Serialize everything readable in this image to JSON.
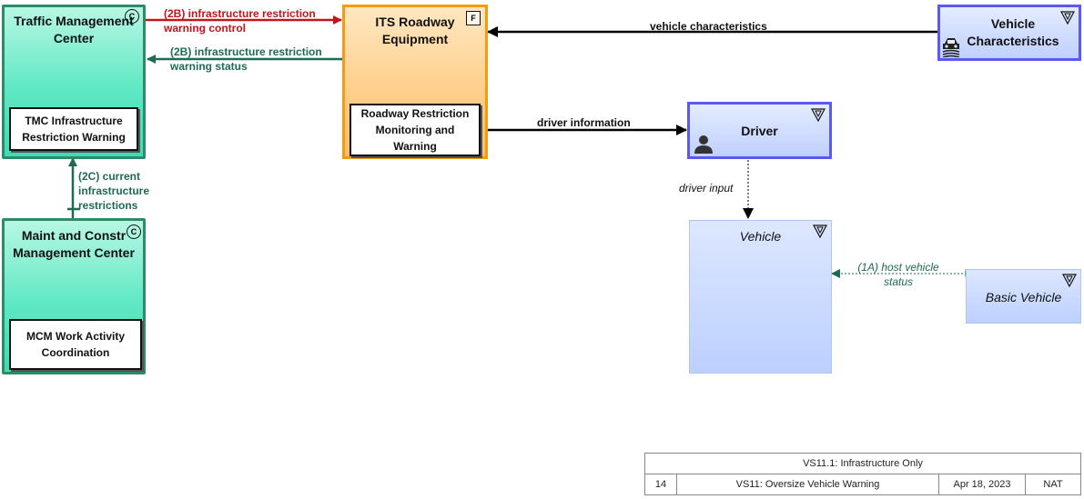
{
  "nodes": {
    "tmc": {
      "title": "Traffic Management Center",
      "badge": "C",
      "sub": "TMC Infrastructure Restriction Warning"
    },
    "mcm": {
      "title": "Maint and Constr Management Center",
      "badge": "C",
      "sub": "MCM Work Activity Coordination"
    },
    "its": {
      "title": "ITS Roadway Equipment",
      "badge": "F",
      "sub": "Roadway Restriction Monitoring and Warning"
    },
    "vehchar": {
      "title": "Vehicle Characteristics"
    },
    "driver": {
      "title": "Driver"
    },
    "vehicle": {
      "title": "Vehicle"
    },
    "basic": {
      "title": "Basic Vehicle"
    }
  },
  "flows": {
    "f2b_control": "(2B) infrastructure restriction warning control",
    "f2b_status": "(2B) infrastructure restriction warning status",
    "f2c": "(2C) current infrastructure restrictions",
    "vehchar": "vehicle characteristics",
    "driverinfo": "driver information",
    "driverinput": "driver input",
    "f1a": "(1A) host vehicle status"
  },
  "colors": {
    "red_flow": "#c0161c",
    "teal_flow": "#1d6b55",
    "black_flow": "#000000"
  },
  "footer": {
    "title": "VS11.1: Infrastructure Only",
    "page": "14",
    "name": "VS11: Oversize Vehicle Warning",
    "date": "Apr 18, 2023",
    "scope": "NAT"
  }
}
